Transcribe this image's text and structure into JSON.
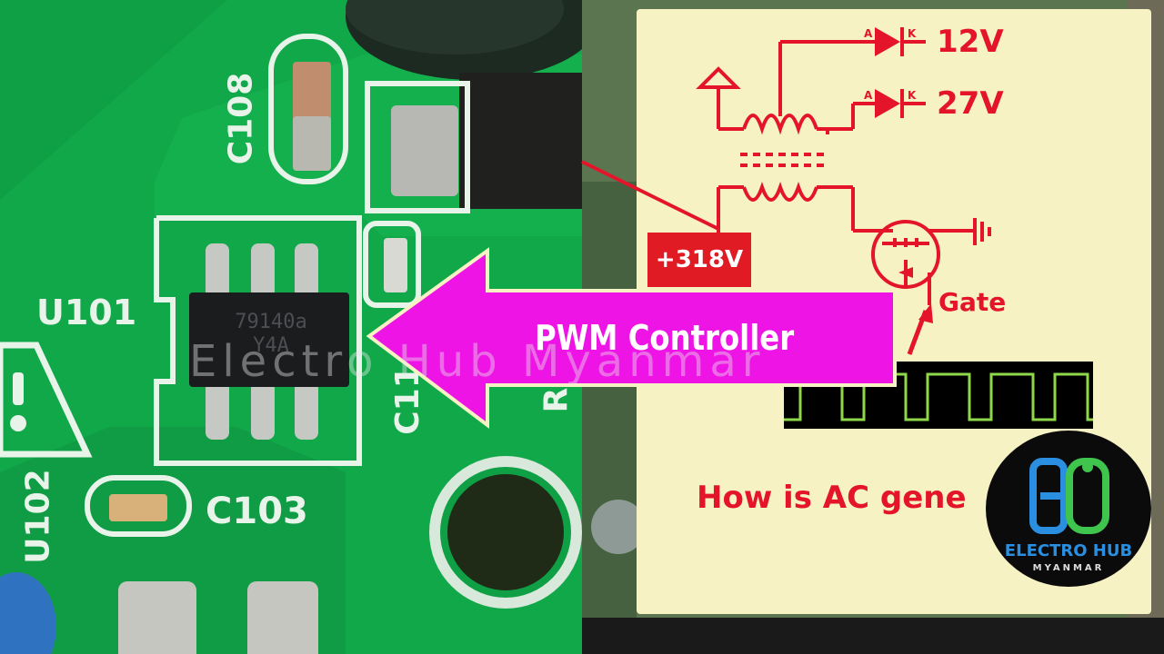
{
  "pcb_labels": {
    "c108": "C108",
    "u101": "U101",
    "c103": "C103",
    "u102": "U102",
    "c11": "C11",
    "r": "R",
    "chip_marking_line1": "79140a",
    "chip_marking_line2": "Y4A"
  },
  "schematic": {
    "out_12v": "12V",
    "out_27v": "27V",
    "diode_anode": "A",
    "diode_cathode": "K",
    "input_voltage": "+318V",
    "gate_label": "Gate",
    "caption": "How is AC gene"
  },
  "callout": {
    "label": "PWM Controller",
    "color": "#ee14e6"
  },
  "watermark": "Electro Hub Myanmar",
  "logo": {
    "line1": "ELECTRO HUB",
    "line2": "MYANMAR"
  },
  "colors": {
    "pcb_green": "#11a84a",
    "schematic_red": "#e4142a",
    "card_bg": "#f7f2c4",
    "scope_trace": "#8fd84a"
  }
}
